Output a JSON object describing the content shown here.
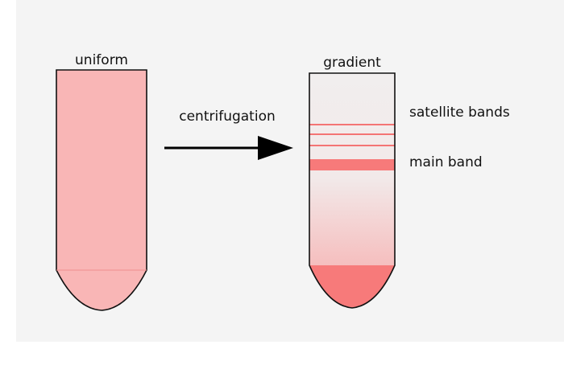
{
  "diagram": {
    "left_tube": {
      "label": "uniform"
    },
    "arrow": {
      "label": "centrifugation"
    },
    "right_tube": {
      "label": "gradient",
      "annotations": {
        "satellite": "satellite bands",
        "main": "main band"
      }
    }
  },
  "colors": {
    "background": "#f4f4f4",
    "uniform_fill": "#f9b6b6",
    "outline": "#111111",
    "band": "#f77a7a",
    "gradient_top": "#f1eeee",
    "gradient_bottom": "#f77a7a"
  }
}
